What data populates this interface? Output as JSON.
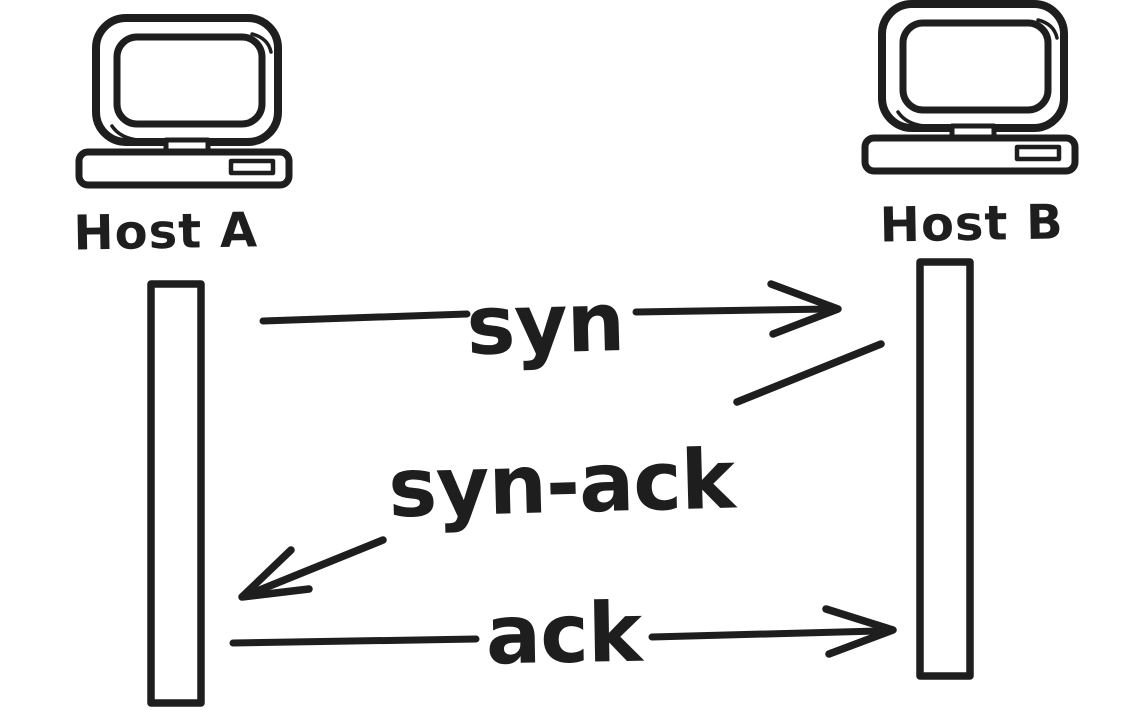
{
  "diagram": {
    "colors": {
      "ink": "#1e1e1e",
      "background": "#ffffff"
    },
    "hosts": [
      {
        "id": "host-a",
        "label": "Host A",
        "icon": "computer-icon"
      },
      {
        "id": "host-b",
        "label": "Host B",
        "icon": "computer-icon"
      }
    ],
    "messages": [
      {
        "label": "syn",
        "from": "Host A",
        "to": "Host B",
        "direction": "left-to-right"
      },
      {
        "label": "syn-ack",
        "from": "Host B",
        "to": "Host A",
        "direction": "right-to-left"
      },
      {
        "label": "ack",
        "from": "Host A",
        "to": "Host B",
        "direction": "left-to-right"
      }
    ]
  }
}
